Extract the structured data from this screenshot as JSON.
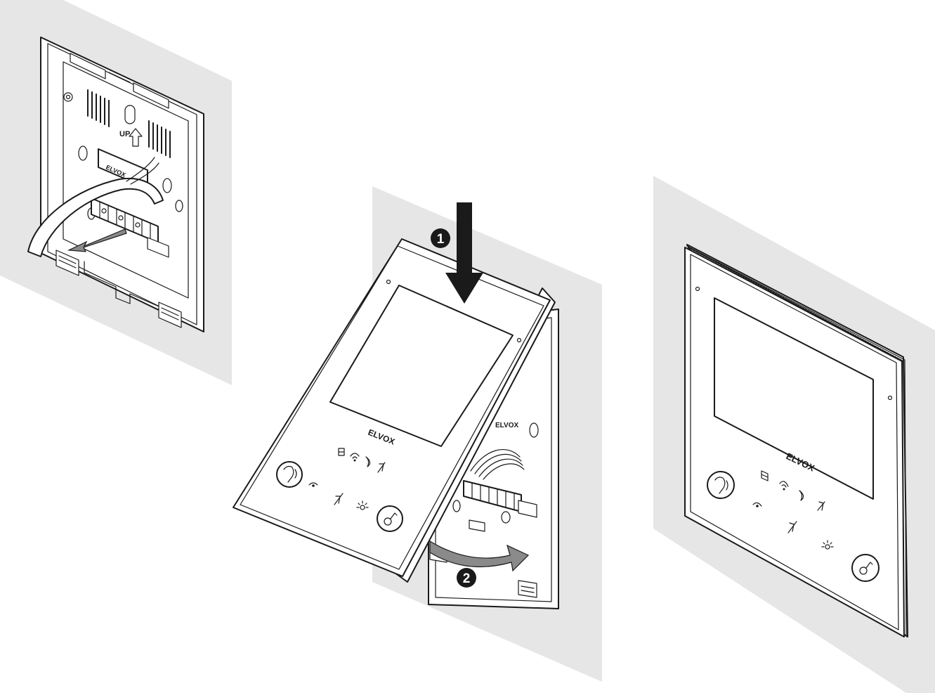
{
  "step1": {
    "up_label": "UP",
    "terminal_brand": "ELVOX"
  },
  "step2": {
    "step_one_marker": "1",
    "step_two_marker": "2",
    "monitor_brand": "ELVOX"
  },
  "step3": {
    "monitor_brand": "ELVOX"
  },
  "colors": {
    "wall": "#e6e6e6",
    "line": "#1a1a1a",
    "arrow_grey": "#8a8a8a"
  }
}
